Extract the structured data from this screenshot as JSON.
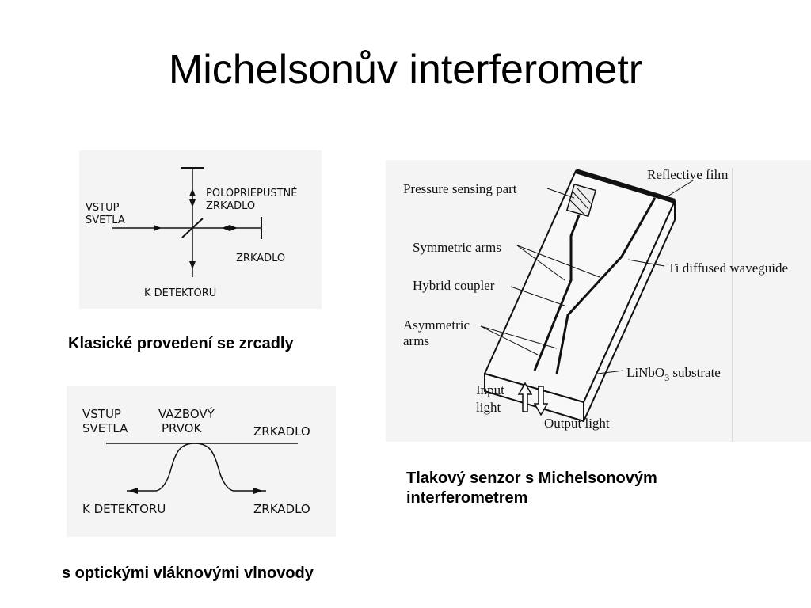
{
  "slide": {
    "title": "Michelsonův interferometr"
  },
  "diagram_mirrors": {
    "input_line1": "VSTUP",
    "input_line2": "SVETLA",
    "beamsplitter_line1": "POLOPRIEPUSTNÉ",
    "beamsplitter_line2": "ZRKADLO",
    "mirror": "ZRKADLO",
    "detector": "K DETEKTORU",
    "caption": "Klasické provedení se zrcadly"
  },
  "diagram_fiber": {
    "input_line1": "VSTUP",
    "input_line2": "SVETLA",
    "coupler_line1": "VAZBOVÝ",
    "coupler_line2": "PRVOK",
    "mirror_top": "ZRKADLO",
    "mirror_bottom": "ZRKADLO",
    "detector": "K DETEKTORU",
    "caption": "s optickými vláknovými vlnovody"
  },
  "diagram_sensor": {
    "pressure": "Pressure sensing part",
    "reflective": "Reflective film",
    "symmetric": "Symmetric arms",
    "ti_waveguide": "Ti diffused waveguide",
    "hybrid": "Hybrid coupler",
    "asym_line1": "Asymmetric",
    "asym_line2": "arms",
    "substrate_pre": "LiNbO",
    "substrate_sub": "3",
    "substrate_post": " substrate",
    "input_line1": "Input",
    "input_line2": "light",
    "output": "Output light",
    "caption_line1": "Tlakový senzor s Michelsonovým",
    "caption_line2": "interferometrem"
  }
}
